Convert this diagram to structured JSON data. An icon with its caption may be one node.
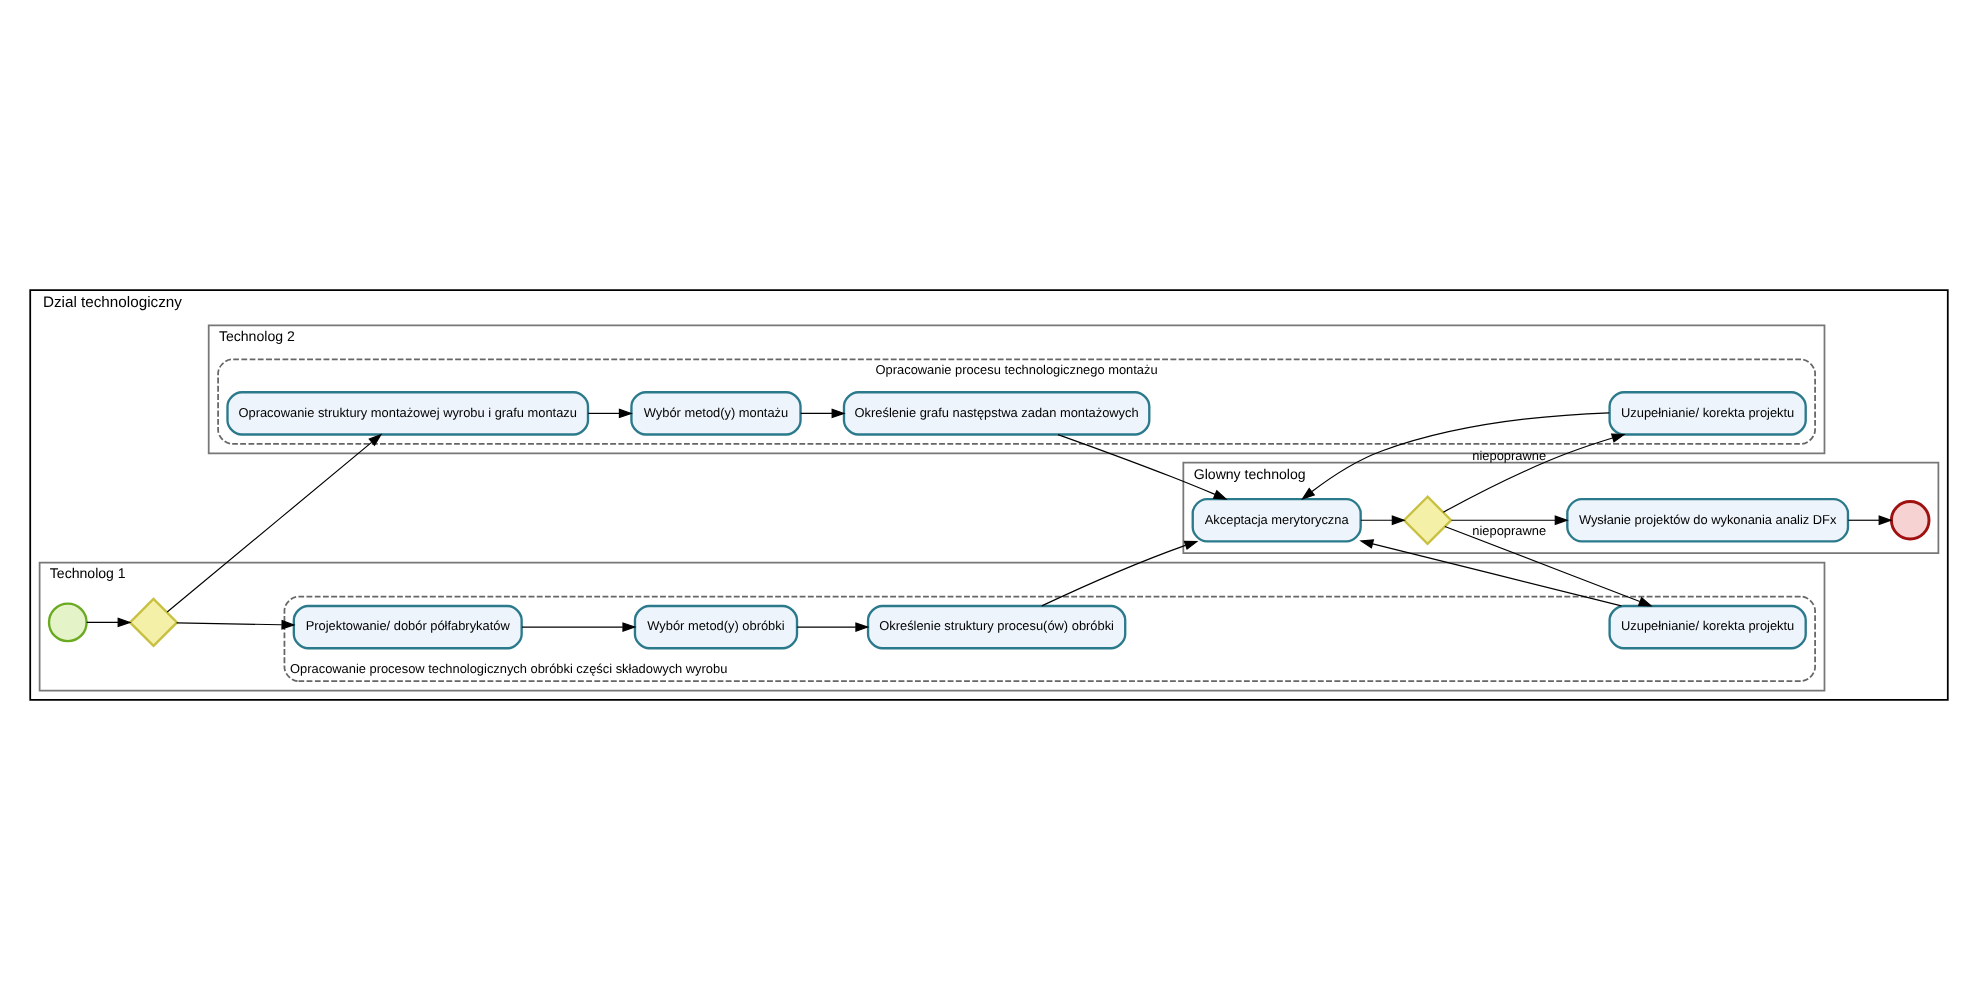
{
  "diagram": {
    "nodes": [
      {
        "text": [
          "Dzial technologiczny"
        ]
      },
      {
        "text": [
          "Technolog 1"
        ],
        "in": 0
      },
      {
        "text": [
          "Technolog 2"
        ],
        "in": 0
      },
      {
        "text": [
          "Glowny technolog"
        ],
        "in": 0
      },
      {
        "text": [],
        "shape": "circle",
        "in": 1
      },
      {
        "text": [],
        "shape": "diamond",
        "in": 1
      },
      {
        "text": [
          "Opracowanie procesow technologicznych obróbki części składowych wyrobu"
        ],
        "in": 1
      },
      {
        "text": [
          "Projektowanie/ dobór półfabrykatów"
        ],
        "in": 6
      },
      {
        "text": [
          "Wybór metod(y) obróbki"
        ],
        "in": 6
      },
      {
        "text": [
          "Określenie struktury procesu(ów) obróbki"
        ],
        "in": 6
      },
      {
        "text": [
          "Uzupełnianie/ korekta projektu"
        ],
        "in": 6
      },
      {
        "text": [
          "Opracowanie procesu technologicznego montażu"
        ],
        "in": 2
      },
      {
        "text": [
          "Opracowanie struktury montażowej wyrobu i grafu montazu"
        ],
        "in": 11
      },
      {
        "text": [
          "Wybór metod(y) montażu"
        ],
        "in": 11
      },
      {
        "text": [
          "Określenie grafu następstwa zadan montażowych"
        ],
        "in": 11
      },
      {
        "text": [
          "Uzupełnianie/ korekta projektu"
        ],
        "in": 11
      },
      {
        "text": [
          "Akceptacja merytoryczna"
        ],
        "in": 3
      },
      {
        "text": [],
        "shape": "diamond",
        "in": 3
      },
      {
        "text": [
          "Wysłanie projektów do wykonania analiz DFx"
        ],
        "in": 3
      },
      {
        "text": [],
        "shape": "circle",
        "in": 3
      }
    ],
    "edges": [
      {
        "from": 4,
        "to": 5,
        "arrow": "to"
      },
      {
        "from": 5,
        "to": 7,
        "arrow": "to"
      },
      {
        "from": 5,
        "to": 12,
        "arrow": "to"
      },
      {
        "from": 7,
        "to": 8,
        "arrow": "to"
      },
      {
        "from": 8,
        "to": 9,
        "arrow": "to"
      },
      {
        "from": 12,
        "to": 13,
        "arrow": "to"
      },
      {
        "from": 13,
        "to": 14,
        "arrow": "to"
      },
      {
        "from": 9,
        "to": 16,
        "arrow": "to"
      },
      {
        "from": 14,
        "to": 16,
        "arrow": "to"
      },
      {
        "from": 10,
        "to": 16,
        "arrow": "to"
      },
      {
        "from": 15,
        "to": 16,
        "arrow": "to"
      },
      {
        "from": 16,
        "to": 17,
        "arrow": "to"
      },
      {
        "from": 17,
        "to": 15,
        "label": "niepoprawne",
        "arrow": "to"
      },
      {
        "from": 17,
        "to": 10,
        "label": "niepoprawne",
        "arrow": "to"
      },
      {
        "from": 17,
        "to": 18,
        "arrow": "to"
      },
      {
        "from": 18,
        "to": 19,
        "arrow": "to"
      }
    ]
  }
}
